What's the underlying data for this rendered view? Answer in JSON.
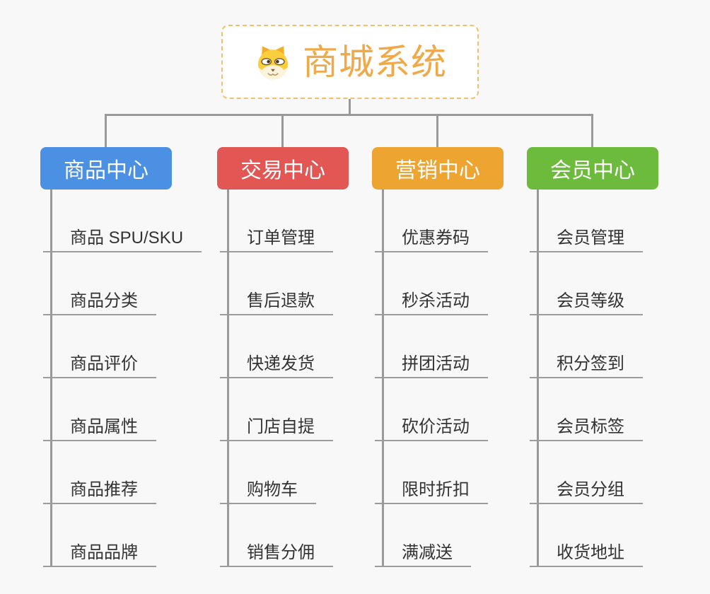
{
  "canvas": {
    "background": "#F8F8F8",
    "connector_color": "#999999"
  },
  "root": {
    "title": "商城系统",
    "icon": "dog-icon",
    "text_color": "#F0A948",
    "border_color": "#F5BE6B"
  },
  "branches": [
    {
      "label": "商品中心",
      "color": "#4B90E2",
      "items": [
        "商品 SPU/SKU",
        "商品分类",
        "商品评价",
        "商品属性",
        "商品推荐",
        "商品品牌"
      ]
    },
    {
      "label": "交易中心",
      "color": "#E25754",
      "items": [
        "订单管理",
        "售后退款",
        "快递发货",
        "门店自提",
        "购物车",
        "销售分佣"
      ]
    },
    {
      "label": "营销中心",
      "color": "#EEA431",
      "items": [
        "优惠券码",
        "秒杀活动",
        "拼团活动",
        "砍价活动",
        "限时折扣",
        "满减送"
      ]
    },
    {
      "label": "会员中心",
      "color": "#6CBB3C",
      "items": [
        "会员管理",
        "会员等级",
        "积分签到",
        "会员标签",
        "会员分组",
        "收货地址"
      ]
    }
  ]
}
